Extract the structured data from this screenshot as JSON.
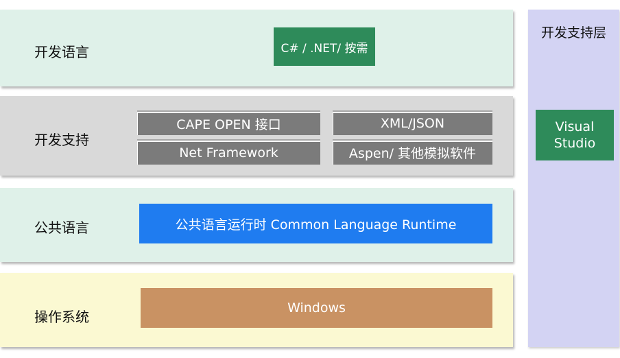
{
  "layers": {
    "dev_language": {
      "label": "开发语言",
      "box": "C# / .NET/ 按需"
    },
    "dev_support": {
      "label": "开发支持",
      "boxes": [
        "CAPE OPEN 接口",
        "XML/JSON",
        "Net Framework",
        "Aspen/ 其他模拟软件"
      ]
    },
    "common_language": {
      "label": "公共语言",
      "box": "公共语言运行时 Common Language Runtime"
    },
    "os": {
      "label": "操作系统",
      "box": "Windows"
    }
  },
  "sidebar": {
    "title": "开发支持层",
    "box": "Visual Studio"
  },
  "colors": {
    "dev_language_bg": "#dff1e9",
    "dev_support_bg": "#d9d9d9",
    "common_language_bg": "#dff1e9",
    "os_bg": "#fbf9d2",
    "sidebar_bg": "#d3d3f3",
    "green_box": "#2e8b5a",
    "blue_box": "#1f7cf0",
    "gray_box": "#7b7b7b",
    "brown_box": "#c99263"
  }
}
